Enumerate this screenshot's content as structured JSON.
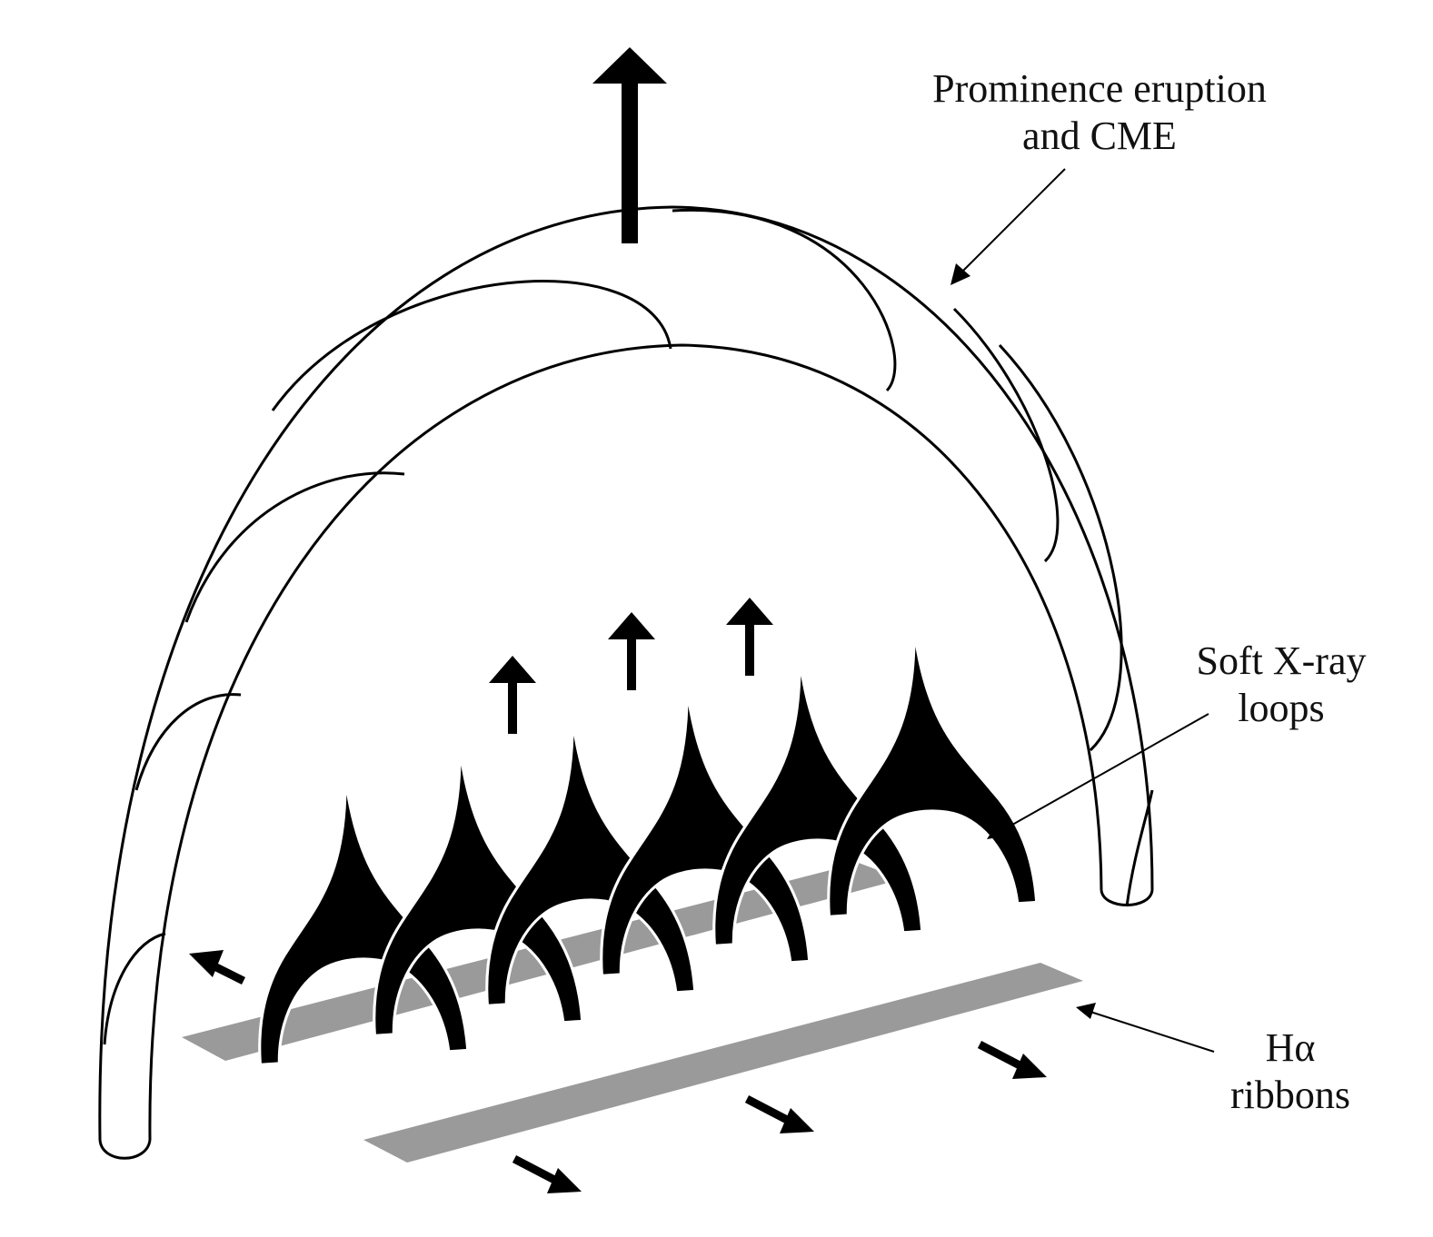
{
  "labels": {
    "prominence_line1": "Prominence eruption",
    "prominence_line2": "and CME",
    "soft_xray_line1": "Soft X-ray",
    "soft_xray_line2": "loops",
    "halpha_line1": "Hα",
    "halpha_line2": "ribbons"
  },
  "colors": {
    "ink": "#000000",
    "ribbon": "#9a9a9a",
    "background": "#ffffff"
  }
}
